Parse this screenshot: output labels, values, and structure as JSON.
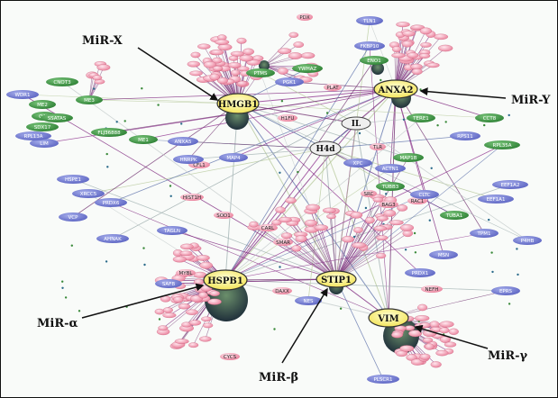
{
  "mirnas": {
    "x": "MiR-X",
    "y": "MiR-Y",
    "alpha": "MiR-α",
    "beta": "MiR-β",
    "gamma": "MiR-γ"
  },
  "hubs": {
    "hmgb1": "HMGB1",
    "anxa2": "ANXA2",
    "hspb1": "HSPB1",
    "stip1": "STIP1",
    "vim": "VIM"
  },
  "middle_nodes": {
    "il": "IL",
    "h4d": "H4d"
  },
  "blue_nodes": {
    "wdr1": "WDR1",
    "lim": "LIM",
    "hspe1": "HSPE1",
    "xrcc5": "XRCC5",
    "prdx6": "PRDX6",
    "vcp": "VCP",
    "ahnak": "AHNAK",
    "tagln": "TAGLN",
    "map4": "MAP4",
    "hnrpk": "HNRPK",
    "tln1": "TLN1",
    "fkbp10": "FKBP10",
    "pgk1": "PGK1",
    "xpc": "XPC",
    "actn1": "ACTN1",
    "cltc": "CLTC",
    "eef1a2": "EEF1A2",
    "eef1a1": "EEF1A1",
    "rps11": "RPS11",
    "tpm1": "TPM1",
    "p4hb": "P4HB",
    "msn": "MSN",
    "prdx1": "PRDX1",
    "eprs": "EPRS",
    "nes": "NES",
    "plscr1": "PLSCR1",
    "safb": "SAFB"
  },
  "green_nodes": {
    "cnot3": "CNOT3",
    "me2": "ME2",
    "me3": "ME3",
    "oaz": "OAZ",
    "sdx17": "SDX17",
    "rpl13a": "RPL13A",
    "me1": "ME1",
    "anxa5": "ANXA5",
    "ptms": "PTMS",
    "ywhaz": "YWHAZ",
    "eno1": "ENO1",
    "tere1": "TERE1",
    "cct8": "CCT8",
    "rpl35a": "RPL35A",
    "map1b": "MAP1B",
    "tubb3": "TUBB3",
    "tuba1": "TUBA1",
    "ssatas": "SSATAS",
    "fc2": "FLJ36888"
  },
  "pink_labels": {
    "cfl1": "CFL1",
    "hist1h": "HIST1H",
    "sod1": "SOD1",
    "carl": "CARL",
    "smar": "SMAR",
    "daxx": "DAXX",
    "nefh": "NEFH",
    "bag3": "BAG3",
    "rac1": "RAC1",
    "h1fu": "H1FU",
    "plat": "PLAT",
    "src": "SRC",
    "tlr": "TLR",
    "pdx": "PDX",
    "cycs": "CYCS",
    "mybl": "MYBL"
  }
}
